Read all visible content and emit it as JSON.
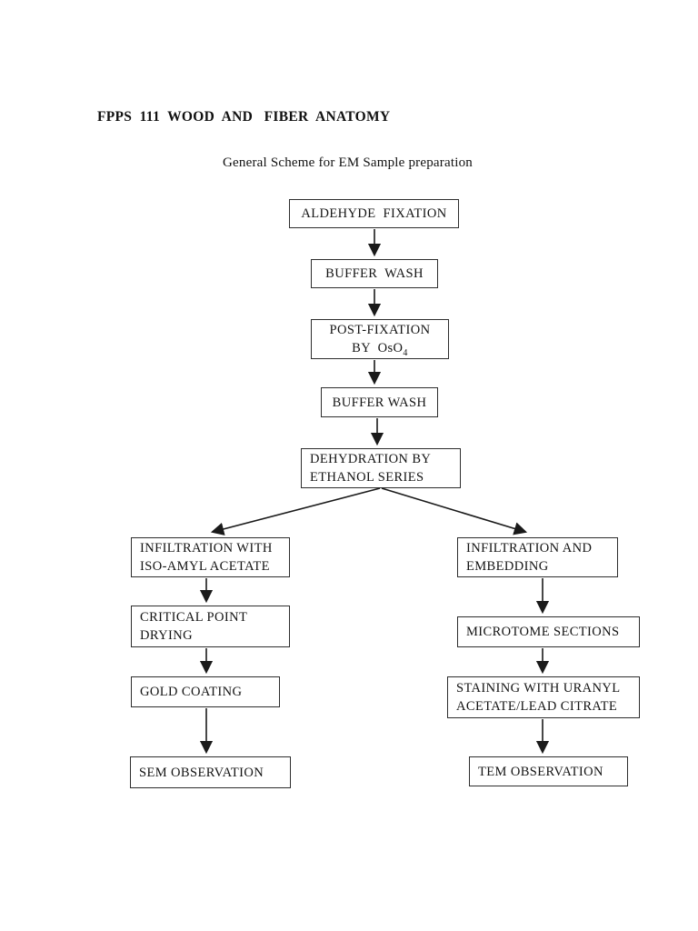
{
  "document": {
    "title": "FPPS  111  WOOD  AND   FIBER  ANATOMY",
    "subtitle": "General Scheme for EM Sample preparation"
  },
  "flowchart": {
    "nodes": {
      "aldehyde_fixation": "ALDEHYDE  FIXATION",
      "buffer_wash_1": "BUFFER  WASH",
      "post_fixation_line1": "POST-FIXATION",
      "post_fixation_line2_main": "BY  OsO",
      "post_fixation_line2_subscript": "4",
      "buffer_wash_2": "BUFFER WASH",
      "dehydration_line1": "DEHYDRATION BY",
      "dehydration_line2": "ETHANOL SERIES",
      "sem_infiltration_line1": "INFILTRATION WITH",
      "sem_infiltration_line2": "ISO-AMYL ACETATE",
      "critical_point_line1": "CRITICAL POINT",
      "critical_point_line2": "DRYING",
      "gold_coating": "GOLD COATING",
      "sem_observation": "SEM OBSERVATION",
      "tem_infiltration_line1": "INFILTRATION AND",
      "tem_infiltration_line2": "EMBEDDING",
      "microtome_sections": "MICROTOME SECTIONS",
      "staining_line1": "STAINING WITH URANYL",
      "staining_line2": "ACETATE/LEAD CITRATE",
      "tem_observation": "TEM OBSERVATION"
    },
    "colors": {
      "background": "#ffffff",
      "text": "#141414",
      "box_border": "#2d2d2d",
      "arrow": "#1a1a1a"
    }
  }
}
